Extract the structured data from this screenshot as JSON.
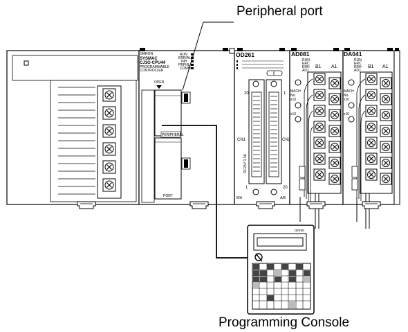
{
  "labels": {
    "peripheral_port": "Peripheral port",
    "programming_console": "Programming Console"
  },
  "cpu_unit": {
    "brand_lines": [
      "OMRON",
      "SYSMAC",
      "CJ1G-CPU44",
      "PROGRAMMABLE",
      "CONTROLLER"
    ],
    "indicators": [
      "RUN",
      "ERR/ALM",
      "INH",
      "PRPHL",
      "COMM"
    ],
    "open_label": "OPEN",
    "peripheral_label": "PERIPHERAL",
    "port_label": "PORT"
  },
  "io_unit": {
    "model": "OD261",
    "connector_left": "CN1",
    "connector_right": "CN2",
    "pin_20_left": "20",
    "pin_1_right": "1",
    "pin_1_left": "1",
    "pin_20_right": "20",
    "bottom_left": "B/A",
    "bottom_right": "A/B",
    "side_mark": "DC24V 0.3A"
  },
  "ad_unit": {
    "model": "AD081",
    "indicators": [
      "RUN",
      "ERC",
      "ERH",
      "ADJ"
    ],
    "col_b": "B1",
    "col_a": "A1",
    "side_labels": [
      "MACH",
      "No.",
      "x10",
      "x10"
    ]
  },
  "da_unit": {
    "model": "DA041",
    "indicators": [
      "RUN",
      "ERC",
      "ERH",
      "ADJ"
    ],
    "col_b": "B1",
    "col_a": "A1",
    "side_labels": [
      "MACH",
      "No.",
      "x10",
      "x10"
    ]
  },
  "console": {
    "brand": "omron"
  }
}
